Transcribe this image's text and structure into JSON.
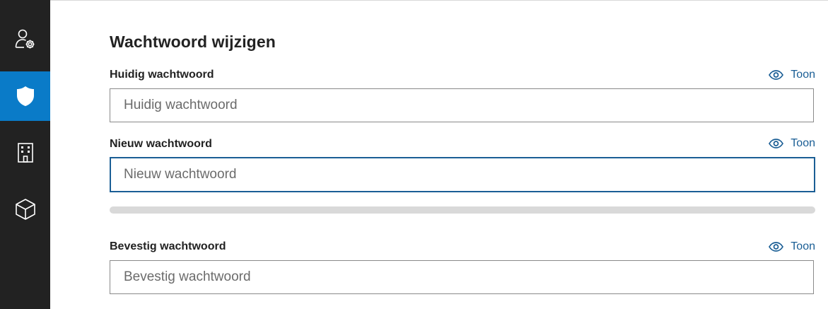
{
  "page": {
    "title": "Wachtwoord wijzigen"
  },
  "sidebar": {
    "items": [
      {
        "icon": "user-gear-icon",
        "active": false
      },
      {
        "icon": "shield-icon",
        "active": true
      },
      {
        "icon": "building-icon",
        "active": false
      },
      {
        "icon": "cube-icon",
        "active": false
      }
    ]
  },
  "form": {
    "show_label": "Toon",
    "current": {
      "label": "Huidig wachtwoord",
      "placeholder": "Huidig wachtwoord",
      "value": ""
    },
    "new": {
      "label": "Nieuw wachtwoord",
      "placeholder": "Nieuw wachtwoord",
      "value": "",
      "strength": 0
    },
    "confirm": {
      "label": "Bevestig wachtwoord",
      "placeholder": "Bevestig wachtwoord",
      "value": ""
    }
  },
  "colors": {
    "sidebar_bg": "#222222",
    "sidebar_active": "#0a7bc8",
    "link": "#1a5e95",
    "focus_border": "#1a5e95"
  }
}
